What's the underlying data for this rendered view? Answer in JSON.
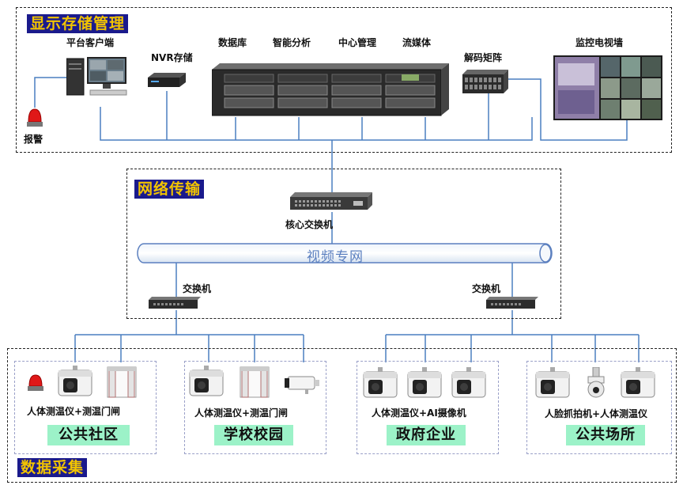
{
  "sections": {
    "display": "显示存储管理",
    "network": "网络传输",
    "collection": "数据采集"
  },
  "display_devices": {
    "client": "平台客户端",
    "alarm": "报警",
    "nvr": "NVR存储",
    "database": "数据库",
    "analysis": "智能分析",
    "center": "中心管理",
    "stream": "流媒体",
    "decoder": "解码矩阵",
    "videowall": "监控电视墙"
  },
  "network": {
    "core_switch": "核心交换机",
    "private_net": "视频专网",
    "switch_left": "交换机",
    "switch_right": "交换机"
  },
  "groups": [
    {
      "devices": "人体测温仪+测温门闸",
      "category": "公共社区"
    },
    {
      "devices": "人体测温仪+测温门闸",
      "category": "学校校园"
    },
    {
      "devices": "人体测温仪+AI摄像机",
      "category": "政府企业"
    },
    {
      "devices": "人脸抓拍机+人体测温仪",
      "category": "公共场所"
    }
  ],
  "colors": {
    "section_title_bg": "#1a1a8c",
    "section_title_text": "#f2c400",
    "category_bg": "#9cf2c8",
    "line": "#4a7fc0",
    "pipe_text": "#5b7fbf"
  }
}
